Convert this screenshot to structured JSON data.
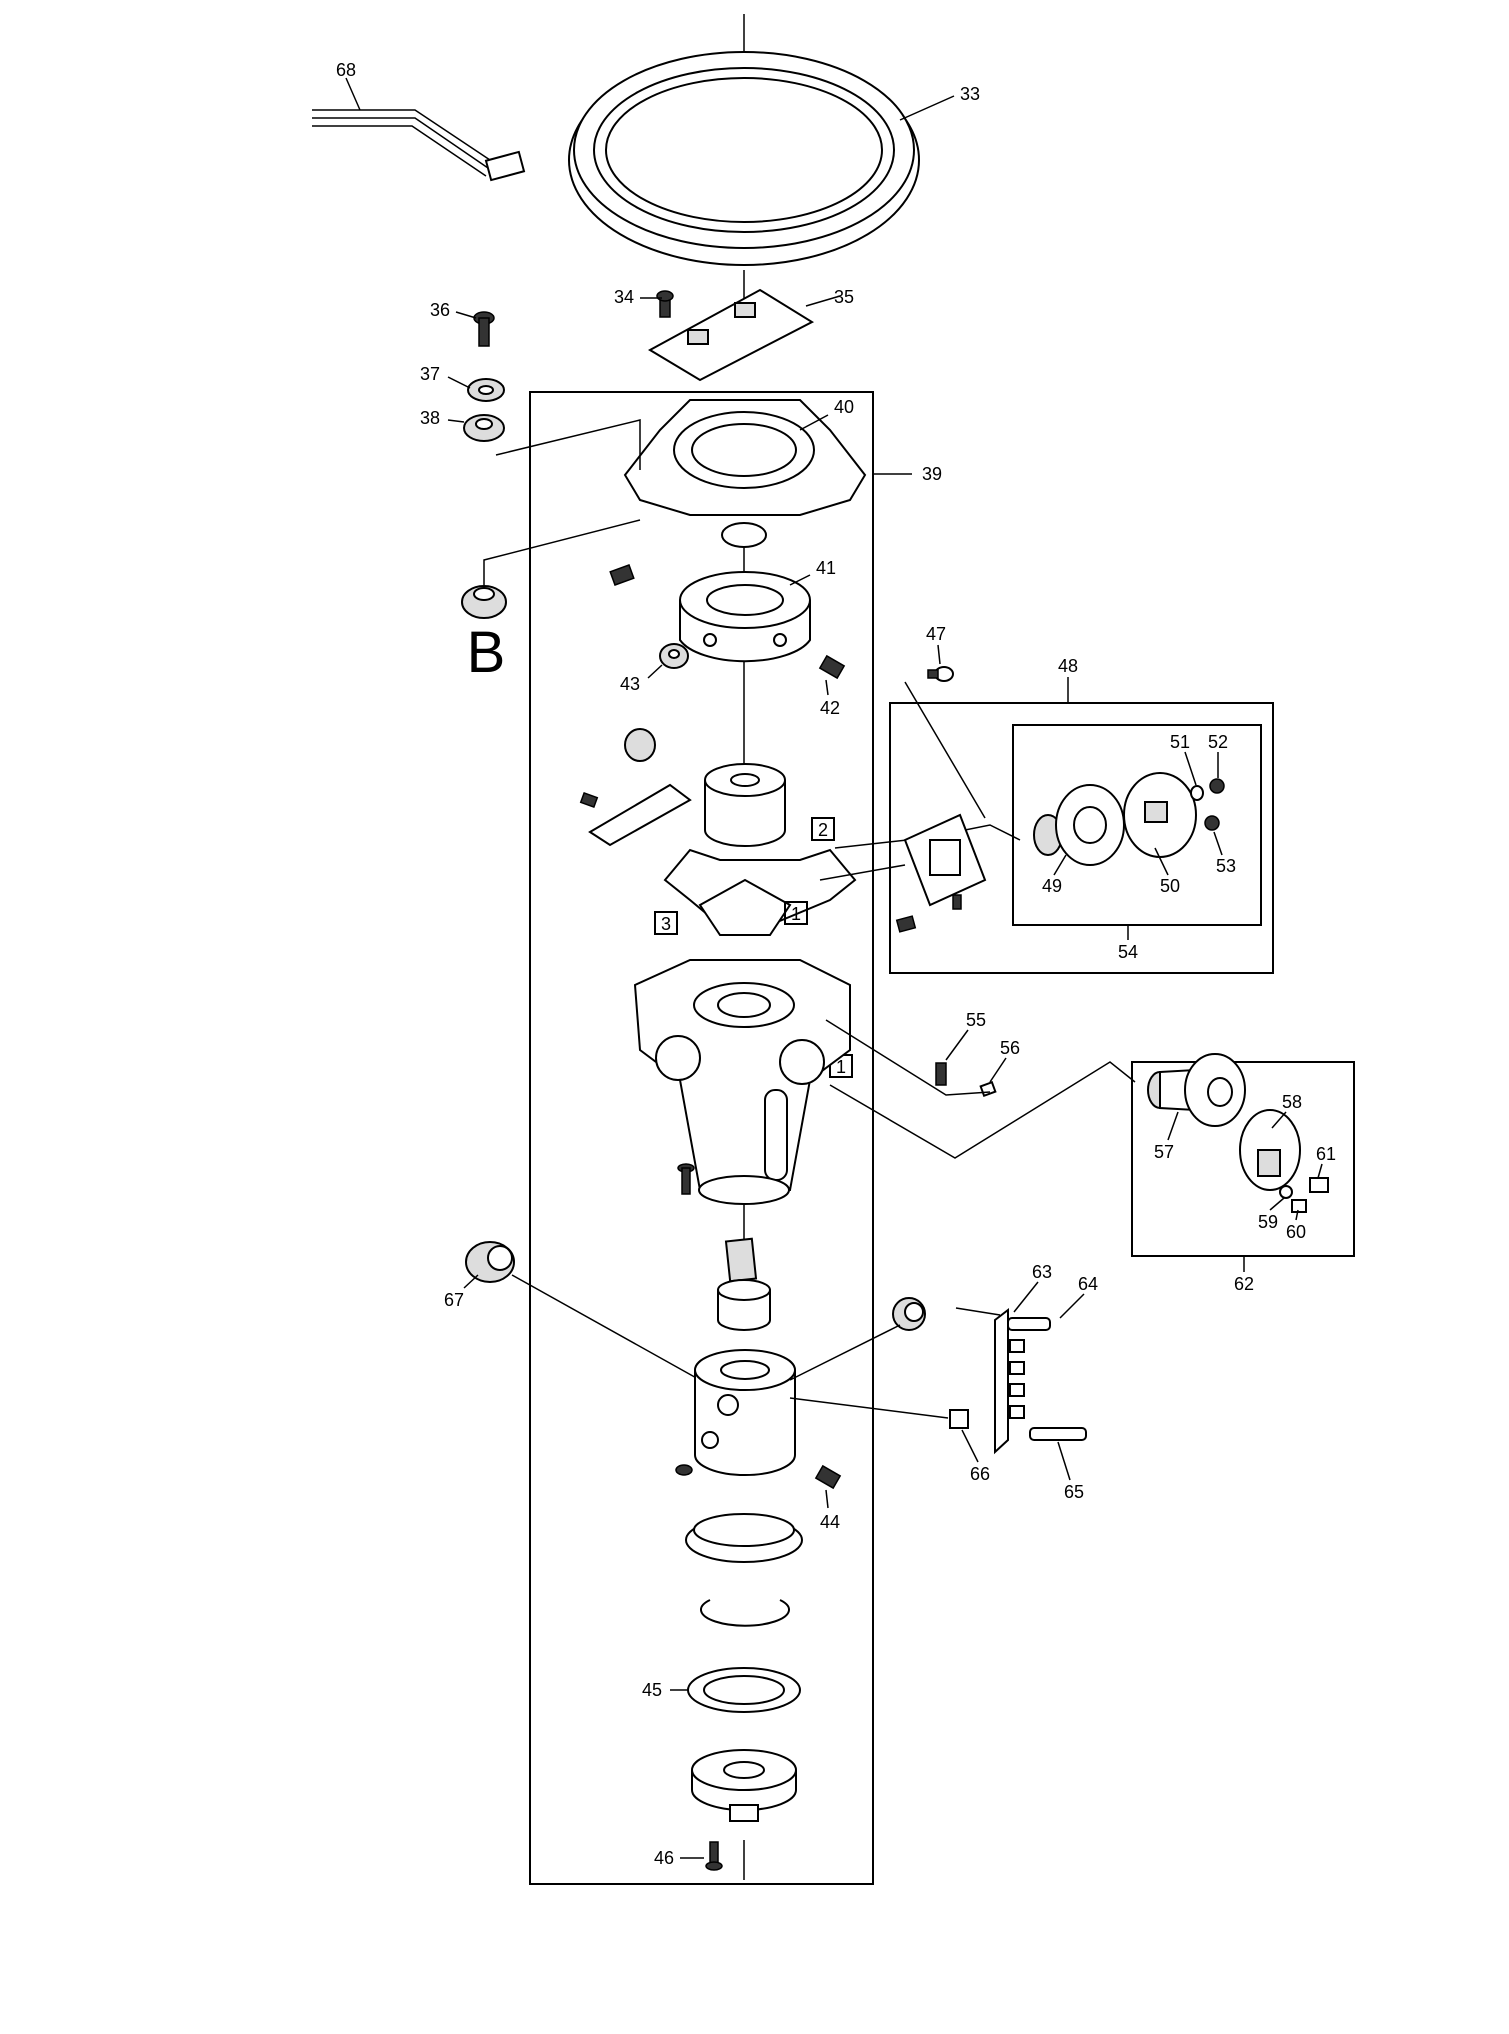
{
  "labels": {
    "l33": "33",
    "l34": "34",
    "l35": "35",
    "l36": "36",
    "l37": "37",
    "l38": "38",
    "l39": "39",
    "l40": "40",
    "l41": "41",
    "l42": "42",
    "l43": "43",
    "l44": "44",
    "l45": "45",
    "l46": "46",
    "l47": "47",
    "l48": "48",
    "l49": "49",
    "l50": "50",
    "l51": "51",
    "l52": "52",
    "l53": "53",
    "l54": "54",
    "l55": "55",
    "l56": "56",
    "l57": "57",
    "l58": "58",
    "l59": "59",
    "l60": "60",
    "l61": "61",
    "l62": "62",
    "l63": "63",
    "l64": "64",
    "l65": "65",
    "l66": "66",
    "l67": "67",
    "l68": "68"
  },
  "refs": {
    "b": "B",
    "box1a": "1",
    "box1b": "1",
    "box2": "2",
    "box3": "3"
  }
}
